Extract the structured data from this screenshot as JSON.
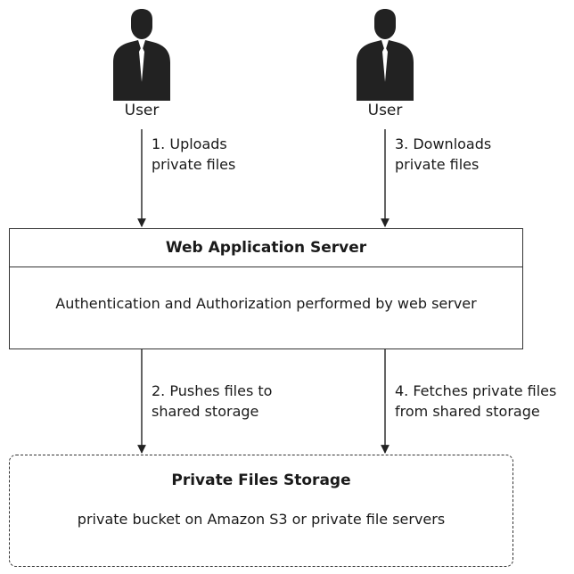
{
  "users": [
    {
      "label": "User"
    },
    {
      "label": "User"
    }
  ],
  "steps": {
    "upload": "1. Uploads\nprivate files",
    "download": "3. Downloads\nprivate files",
    "push": "2. Pushes files to\nshared storage",
    "fetch": "4. Fetches private files\nfrom shared storage"
  },
  "server": {
    "title": "Web Application Server",
    "description": "Authentication and Authorization performed by web server"
  },
  "storage": {
    "title": "Private Files Storage",
    "description": "private bucket on Amazon S3 or private file servers"
  },
  "icons": [
    "user-icon",
    "user-icon"
  ]
}
